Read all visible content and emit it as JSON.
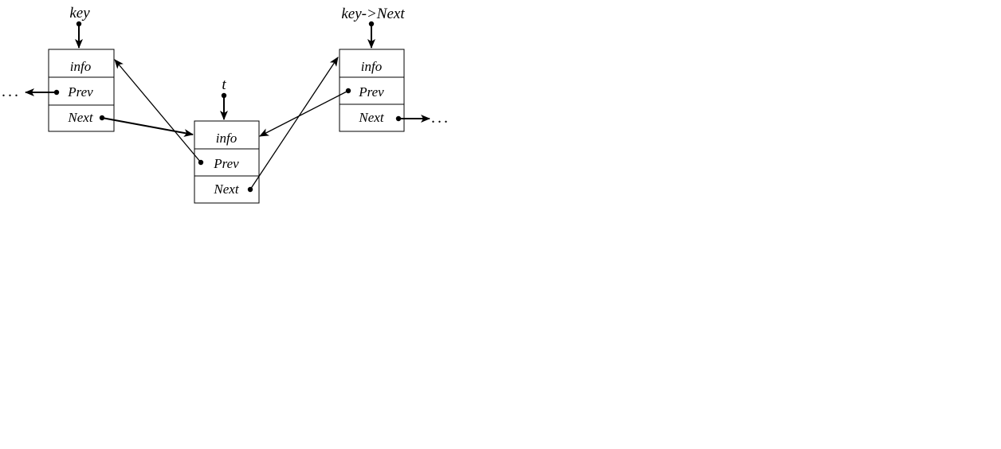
{
  "diagram": {
    "nodes": [
      {
        "id": "key",
        "pointer_label": "key",
        "fields": [
          "info",
          "Prev",
          "Next"
        ]
      },
      {
        "id": "t",
        "pointer_label": "t",
        "fields": [
          "info",
          "Prev",
          "Next"
        ]
      },
      {
        "id": "keynext",
        "pointer_label": "key->Next",
        "fields": [
          "info",
          "Prev",
          "Next"
        ]
      }
    ],
    "ellipsis": "..."
  }
}
